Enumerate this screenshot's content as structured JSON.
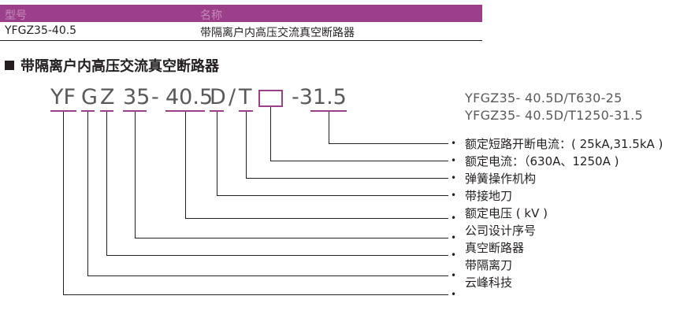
{
  "table": {
    "header": [
      "型号",
      "名称"
    ],
    "row": [
      "YFGZ35-40.5",
      "带隔离户内高压交流真空断路器"
    ]
  },
  "section_title": "带隔离户内高压交流真空断路器",
  "model_code": {
    "parts": [
      "YF",
      "G",
      "Z",
      "35",
      "-",
      "40.5",
      "D",
      "/",
      "T",
      "-31.5"
    ]
  },
  "examples": [
    "YFGZ35- 40.5D/T630-25",
    "YFGZ35- 40.5D/T1250-31.5"
  ],
  "bullet": "•",
  "legend": [
    "额定短路开断电流：( 25kA,31.5kA )",
    "额定电流：（630A、1250A )",
    "弹簧操作机构",
    "带接地刀",
    "额定电压 ( kV )",
    "公司设计序号",
    "真空断路器",
    "带隔离刀",
    "云峰科技"
  ],
  "colors": {
    "accent": "#9c3f8a",
    "text": "#231f20",
    "code_text": "#58595b"
  }
}
